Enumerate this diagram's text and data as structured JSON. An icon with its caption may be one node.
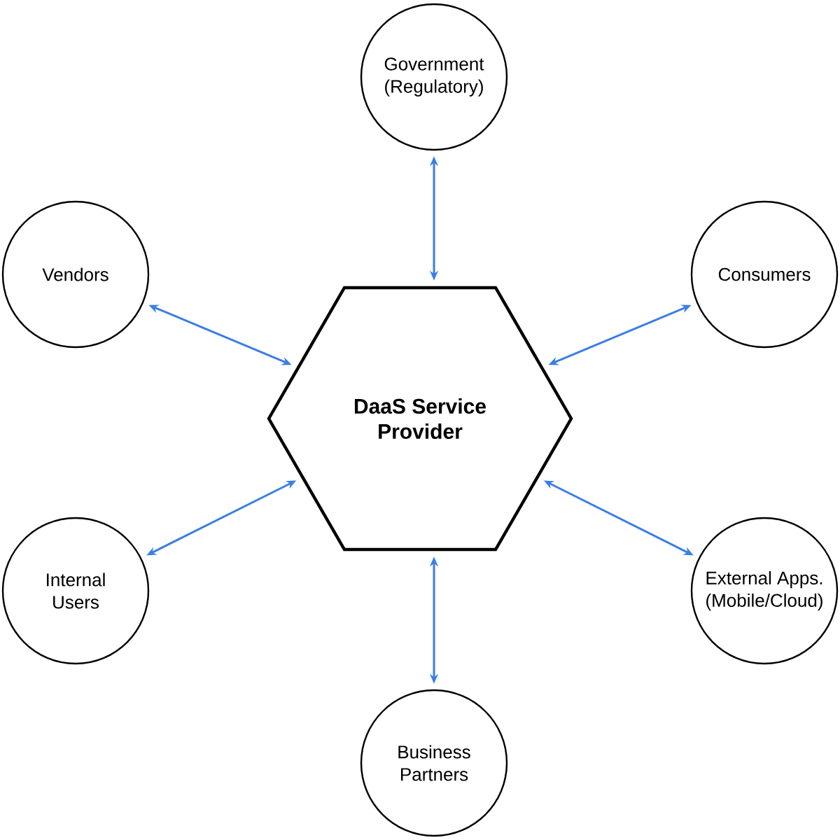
{
  "diagram": {
    "nodes": [
      {
        "text": [
          "Government (Regulatory)"
        ]
      },
      {
        "text": [
          "Vendors"
        ]
      },
      {
        "text": [
          "Consumers"
        ]
      },
      {
        "text": [
          "DaaS Service Provider"
        ]
      },
      {
        "text": [
          "Internal Users"
        ]
      },
      {
        "text": [
          "External Apps. (Mobile/Cloud)"
        ]
      },
      {
        "text": [
          "Business Partners"
        ]
      }
    ],
    "edges": [
      {
        "from": 3,
        "to": 0,
        "arrow": "both"
      },
      {
        "from": 3,
        "to": 1,
        "arrow": "both"
      },
      {
        "from": 3,
        "to": 2,
        "arrow": "both"
      },
      {
        "from": 3,
        "to": 4,
        "arrow": "both"
      },
      {
        "from": 3,
        "to": 5,
        "arrow": "both"
      },
      {
        "from": 3,
        "to": 6,
        "arrow": "both"
      }
    ]
  }
}
